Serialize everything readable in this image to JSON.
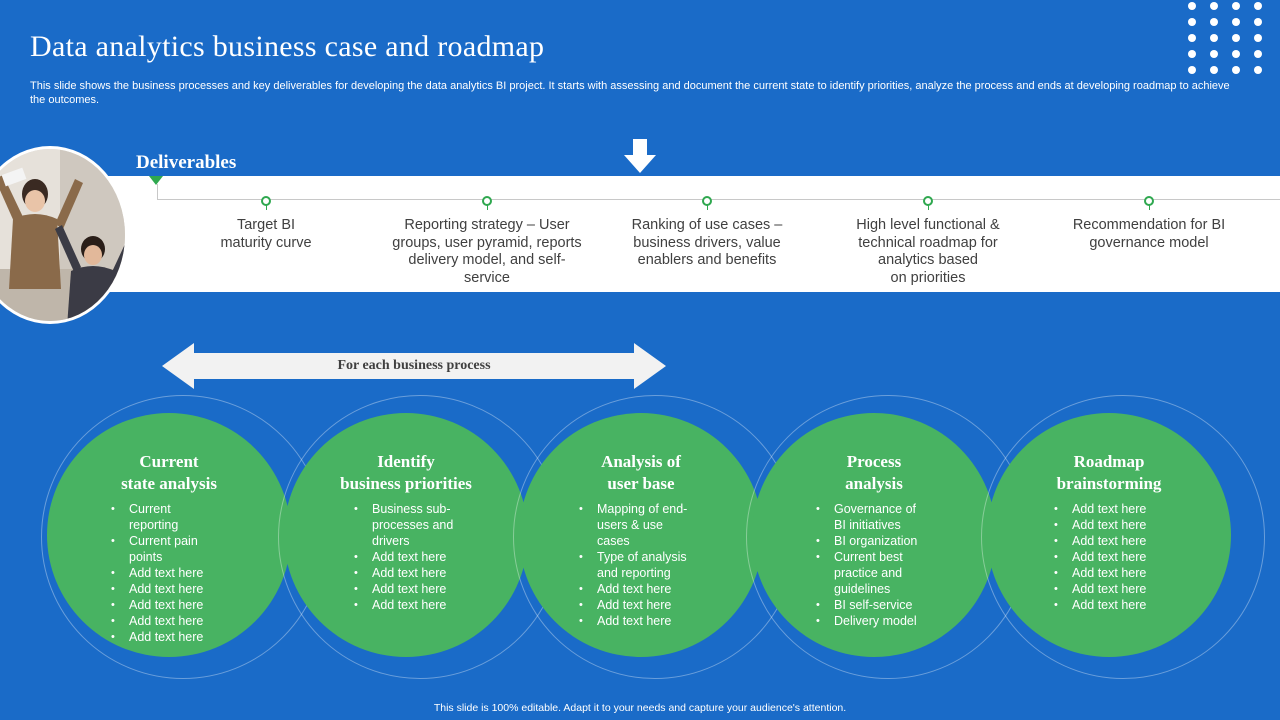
{
  "title": "Data analytics business case and roadmap",
  "subtitle": "This slide shows the business processes and key deliverables for developing the data analytics BI project. It starts with assessing and document the current state to identify priorities, analyze the process and ends at developing roadmap to achieve the outcomes.",
  "deliverables": {
    "label": "Deliverables",
    "items": [
      {
        "text": "Target BI\nmaturity curve"
      },
      {
        "text": "Reporting strategy – User groups, user pyramid, reports delivery model, and self-service"
      },
      {
        "text": "Ranking of use cases – business drivers, value enablers and benefits"
      },
      {
        "text": "High level functional & technical roadmap for analytics based\non priorities"
      },
      {
        "text": "Recommendation for BI governance model"
      }
    ]
  },
  "process_arrow_label": "For each business process",
  "processes": [
    {
      "title": "Current\nstate analysis",
      "bullets": [
        "Current reporting",
        "Current pain points",
        "Add text here",
        "Add text here",
        "Add text here",
        "Add text here",
        "Add text here"
      ]
    },
    {
      "title": "Identify\nbusiness priorities",
      "bullets": [
        "Business sub-processes and drivers",
        "Add text here",
        "Add text here",
        "Add text here",
        "Add text here"
      ]
    },
    {
      "title": "Analysis of\nuser base",
      "bullets": [
        "Mapping of end-users & use cases",
        "Type of analysis and reporting",
        "Add text here",
        "Add text here",
        "Add text here"
      ]
    },
    {
      "title": "Process\nanalysis",
      "bullets": [
        "Governance of BI initiatives",
        "BI organization",
        "Current best practice and guidelines",
        "BI self-service",
        "Delivery model"
      ]
    },
    {
      "title": "Roadmap\nbrainstorming",
      "bullets": [
        "Add text here",
        "Add text here",
        "Add text here",
        "Add text here",
        "Add text here",
        "Add text here",
        "Add text here"
      ]
    }
  ],
  "footer": "This slide is 100% editable. Adapt it to your needs and capture your audience's attention.",
  "colors": {
    "background": "#1a6bc8",
    "circle_green": "#48b362",
    "marker_green": "#2fa84f",
    "band_white": "#ffffff",
    "band_text": "#404040"
  },
  "icons": [
    "down-arrow-icon",
    "double-arrow-icon",
    "dot-grid-decoration"
  ]
}
